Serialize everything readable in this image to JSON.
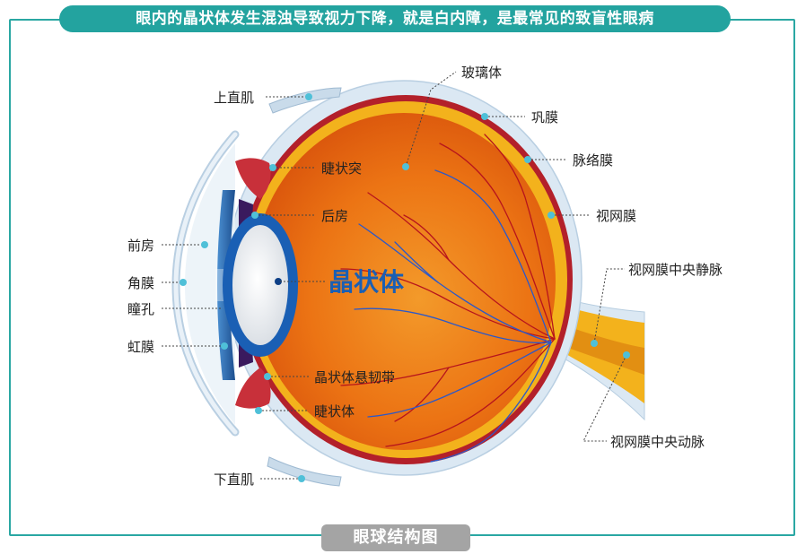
{
  "banner": {
    "text": "眼内的晶状体发生混浊导致视力下降，就是白内障，是最常见的致盲性眼病"
  },
  "caption": {
    "text": "眼球结构图"
  },
  "colors": {
    "teal": "#2aa7a3",
    "sclera": "#d9e8f3",
    "choroid": "#b3202a",
    "retina": "#f3b21c",
    "vitreous": "#e86b10",
    "lens_ring": "#1a5fb4",
    "vein": "#2b58c9",
    "artery": "#b7141c",
    "dot": "#4fc0d8"
  },
  "labels": {
    "superior_rectus": "上直肌",
    "vitreous_body": "玻璃体",
    "sclera": "巩膜",
    "choroid": "脉络膜",
    "retina": "视网膜",
    "ciliary_process": "睫状突",
    "posterior_chamber": "后房",
    "anterior_chamber": "前房",
    "cornea": "角膜",
    "pupil": "瞳孔",
    "iris": "虹膜",
    "lens": "晶状体",
    "central_retinal_vein": "视网膜中央静脉",
    "central_retinal_artery": "视网膜中央动脉",
    "zonule": "晶状体悬韧带",
    "ciliary_body": "睫状体",
    "inferior_rectus": "下直肌"
  }
}
